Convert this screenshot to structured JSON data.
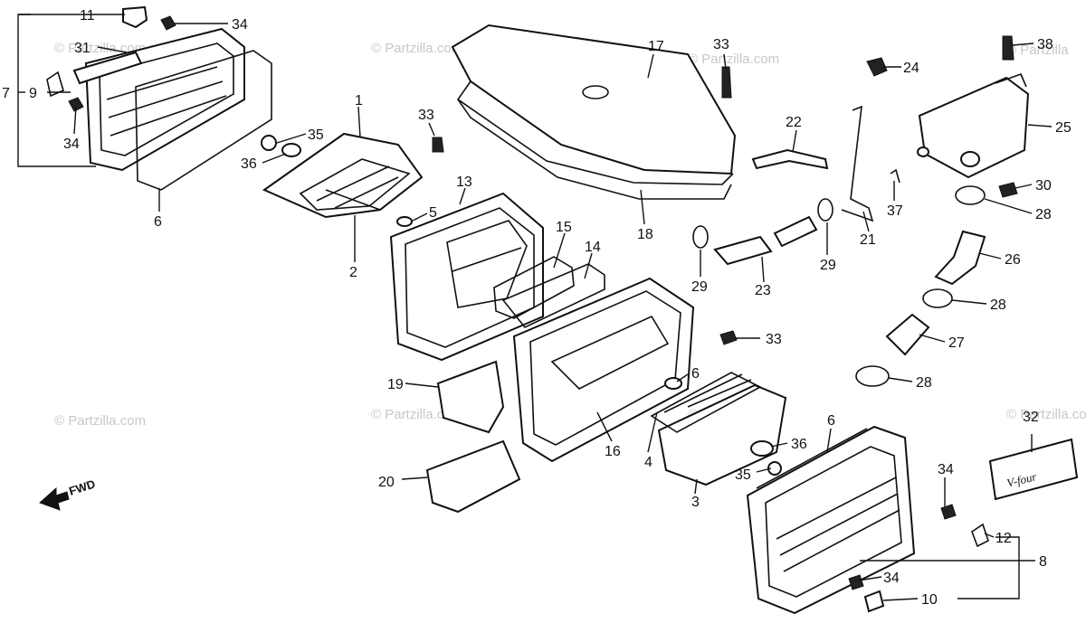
{
  "watermark_text": "© Partzilla.com",
  "watermark_edge_text": "© Partzilla",
  "fwd_label": "FWD",
  "badge_text": "V-four",
  "callouts": {
    "c1": "1",
    "c2": "2",
    "c3": "3",
    "c4": "4",
    "c5": "5",
    "c6a": "6",
    "c6b": "6",
    "c6c": "6",
    "c7": "7",
    "c8": "8",
    "c9": "9",
    "c10": "10",
    "c11": "11",
    "c12": "12",
    "c13": "13",
    "c14": "14",
    "c15": "15",
    "c16": "16",
    "c17": "17",
    "c18": "18",
    "c19": "19",
    "c20": "20",
    "c21": "21",
    "c22": "22",
    "c23": "23",
    "c24": "24",
    "c25": "25",
    "c26": "26",
    "c27": "27",
    "c28a": "28",
    "c28b": "28",
    "c28c": "28",
    "c29a": "29",
    "c29b": "29",
    "c30": "30",
    "c31": "31",
    "c32": "32",
    "c33a": "33",
    "c33b": "33",
    "c33c": "33",
    "c34a": "34",
    "c34b": "34",
    "c34c": "34",
    "c34d": "34",
    "c35a": "35",
    "c35b": "35",
    "c36a": "36",
    "c36b": "36",
    "c37": "37",
    "c38": "38"
  }
}
